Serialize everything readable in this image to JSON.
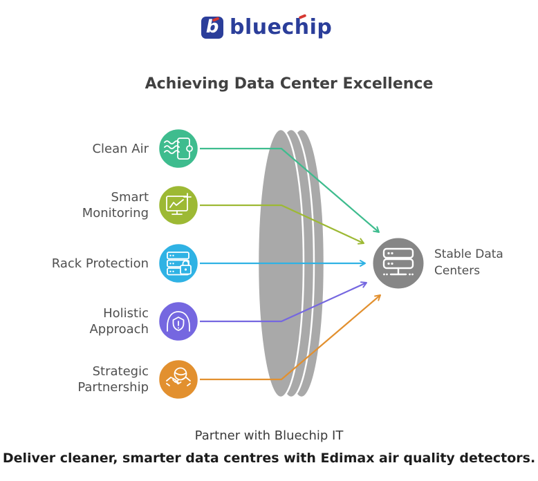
{
  "logo": {
    "mark_letter": "b",
    "wordmark": "bluechip",
    "primary_color": "#2b3e9a",
    "accent_color": "#d63832"
  },
  "title": "Achieving Data Center Excellence",
  "sources": [
    {
      "label": "Clean Air",
      "color": "#3ebc8e",
      "icon": "air-filter-icon"
    },
    {
      "label": "Smart Monitoring",
      "color": "#9db934",
      "icon": "smart-monitoring-icon"
    },
    {
      "label": "Rack Protection",
      "color": "#2fb2e4",
      "icon": "rack-lock-icon"
    },
    {
      "label": "Holistic Approach",
      "color": "#7567e0",
      "icon": "dome-shield-icon"
    },
    {
      "label": "Strategic Partnership",
      "color": "#e2902f",
      "icon": "handshake-globe-icon"
    }
  ],
  "lens": {
    "color": "#a9a9a9"
  },
  "target": {
    "label": "Stable Data Centers",
    "color": "#868686",
    "icon": "data-center-icon"
  },
  "footer": {
    "line1": "Partner with Bluechip IT",
    "line2": "Deliver cleaner, smarter data centres with Edimax air quality detectors."
  }
}
